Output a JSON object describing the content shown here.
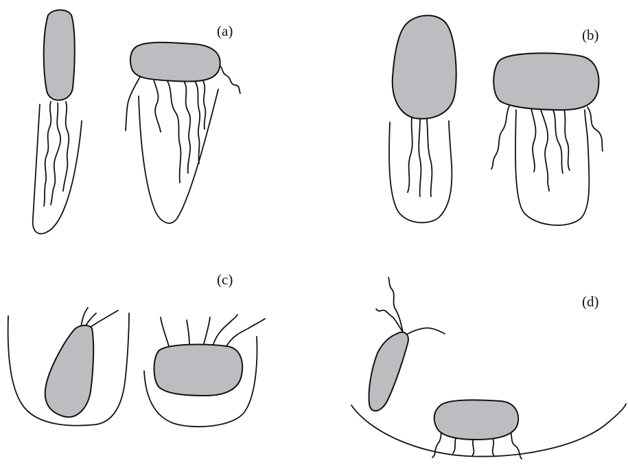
{
  "colors": {
    "cell_fill": "#bcbdc0",
    "stroke": "#111111",
    "background": "#ffffff"
  },
  "panels": [
    {
      "id": "a",
      "label": "(a)"
    },
    {
      "id": "b",
      "label": "(b)"
    },
    {
      "id": "c",
      "label": "(c)"
    },
    {
      "id": "d",
      "label": "(d)"
    }
  ]
}
